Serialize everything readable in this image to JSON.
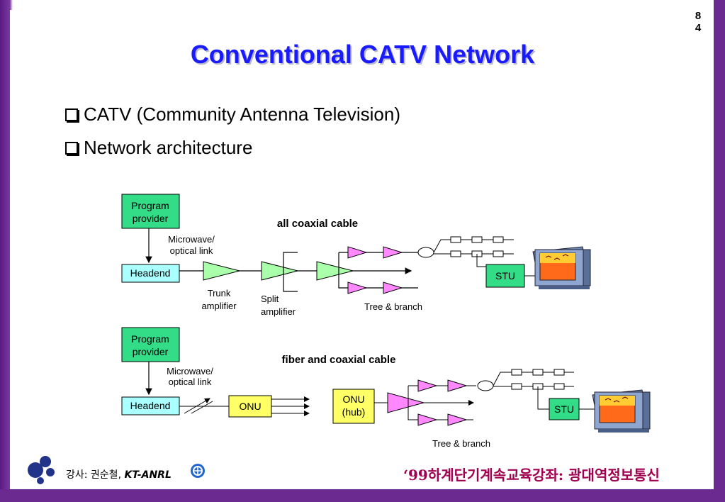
{
  "page_number": "8\n4",
  "page_number_lines": [
    "8",
    "4"
  ],
  "title": "Conventional CATV Network",
  "bullets": [
    "CATV (Community Antenna Television)",
    "Network architecture"
  ],
  "diagram_top": {
    "heading": "all coaxial cable",
    "program_provider": [
      "Program",
      "provider"
    ],
    "link_label": [
      "Microwave/",
      "optical link"
    ],
    "headend": "Headend",
    "trunk_amplifier": [
      "Trunk",
      "amplifier"
    ],
    "split_amplifier": [
      "Split",
      "amplifier"
    ],
    "tree_branch": "Tree & branch",
    "stu": "STU"
  },
  "diagram_bottom": {
    "heading": "fiber and coaxial cable",
    "program_provider": [
      "Program",
      "provider"
    ],
    "link_label": [
      "Microwave/",
      "optical link"
    ],
    "headend": "Headend",
    "onu": "ONU",
    "onu_hub": [
      "ONU",
      "(hub)"
    ],
    "tree_branch": "Tree & branch",
    "stu": "STU"
  },
  "footer": {
    "lecturer": "강사: 권순철, ",
    "org": "KT-ANRL",
    "course": "‘99하계단기계속교육강좌: 광대역정보통신"
  },
  "colors": {
    "title": "#1a1aff",
    "frame": "#6a2a90",
    "program_box": "#33dd88",
    "headend_box": "#aaffff",
    "onu_box": "#ffff66",
    "amp_fill": "#aaffaa",
    "tap_fill": "#ff88ff",
    "footer_course": "#a00050"
  }
}
